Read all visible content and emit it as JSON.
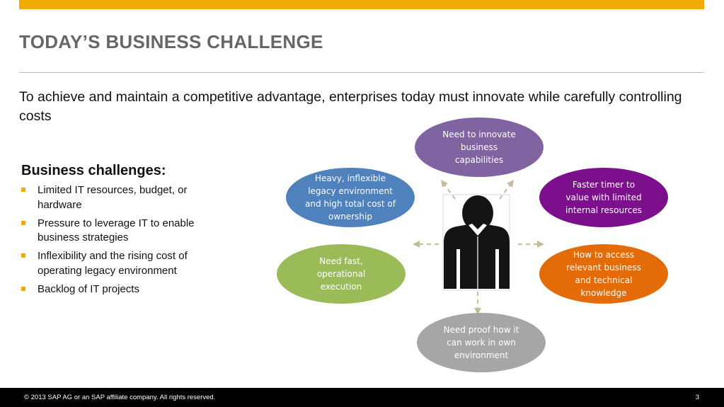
{
  "slide": {
    "title": "TODAY’S BUSINESS CHALLENGE",
    "subtitle": "To achieve and maintain a competitive advantage, enterprises today must innovate while carefully controlling costs"
  },
  "challenges": {
    "heading": "Business challenges:",
    "items": [
      "Limited IT resources, budget, or hardware",
      "Pressure to leverage IT to enable business strategies",
      "Inflexibility and the rising cost of operating legacy environment",
      "Backlog of IT projects"
    ]
  },
  "diagram": {
    "center_icon": "business-person-icon",
    "bubbles": [
      {
        "name": "innovate",
        "lines": [
          "Need to innovate",
          "business",
          "capabilities"
        ],
        "color": "#8064a2"
      },
      {
        "name": "legacy",
        "lines": [
          "Heavy, inflexible",
          "legacy environment",
          "and high total cost of",
          "ownership"
        ],
        "color": "#4f81bd"
      },
      {
        "name": "time-to-value",
        "lines": [
          "Faster timer to",
          "value with limited",
          "internal resources"
        ],
        "color": "#7b0f8c"
      },
      {
        "name": "fast-execution",
        "lines": [
          "Need fast,",
          "operational",
          "execution"
        ],
        "color": "#9bbb59"
      },
      {
        "name": "knowledge",
        "lines": [
          "How to access",
          "relevant business",
          "and technical",
          "knowledge"
        ],
        "color": "#e36c09"
      },
      {
        "name": "proof",
        "lines": [
          "Need proof how it",
          "can work in own",
          "environment"
        ],
        "color": "#a6a6a6"
      }
    ],
    "arrow_color": "#c4bd97"
  },
  "footer": {
    "copyright": "©  2013 SAP AG or an SAP affiliate company. All rights reserved.",
    "page_number": "3"
  },
  "colors": {
    "accent": "#f0ab00",
    "title": "#666666",
    "footer_bg": "#000000"
  }
}
